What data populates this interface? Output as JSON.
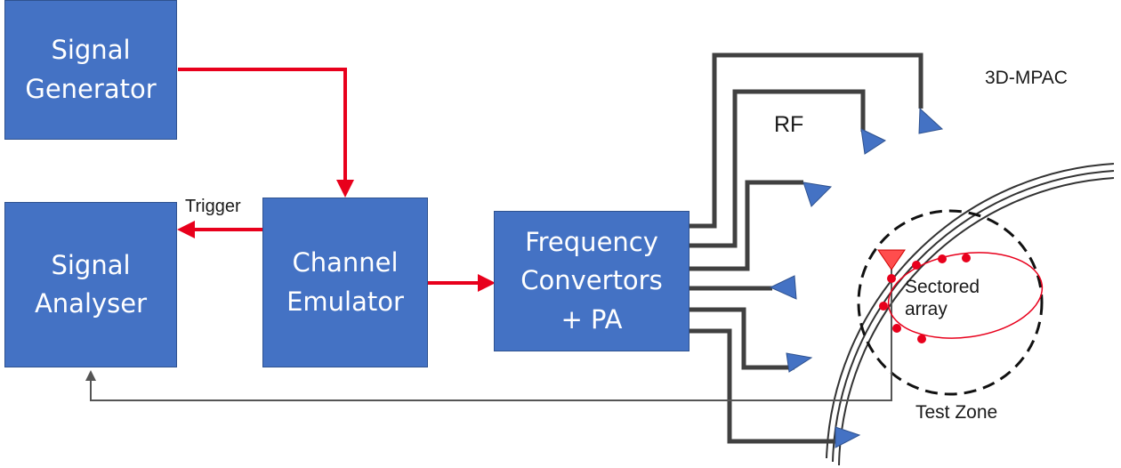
{
  "blocks": {
    "signal_generator": {
      "line1": "Signal",
      "line2": "Generator"
    },
    "signal_analyser": {
      "line1": "Signal",
      "line2": "Analyser"
    },
    "channel_emulator": {
      "line1": "Channel",
      "line2": "Emulator"
    },
    "frequency_convertors": {
      "line1": "Frequency",
      "line2": "Convertors",
      "line3": "+ PA"
    }
  },
  "labels": {
    "trigger": "Trigger",
    "rf": "RF",
    "mpac": "3D-MPAC",
    "sectored_array_line1": "Sectored",
    "sectored_array_line2": "array",
    "test_zone": "Test Zone"
  },
  "colors": {
    "block_fill": "#4472c4",
    "signal_arrow": "#e8001c",
    "rf_cable": "#404040",
    "probe_antenna": "#4472c4",
    "array_element": "#e8001c"
  }
}
